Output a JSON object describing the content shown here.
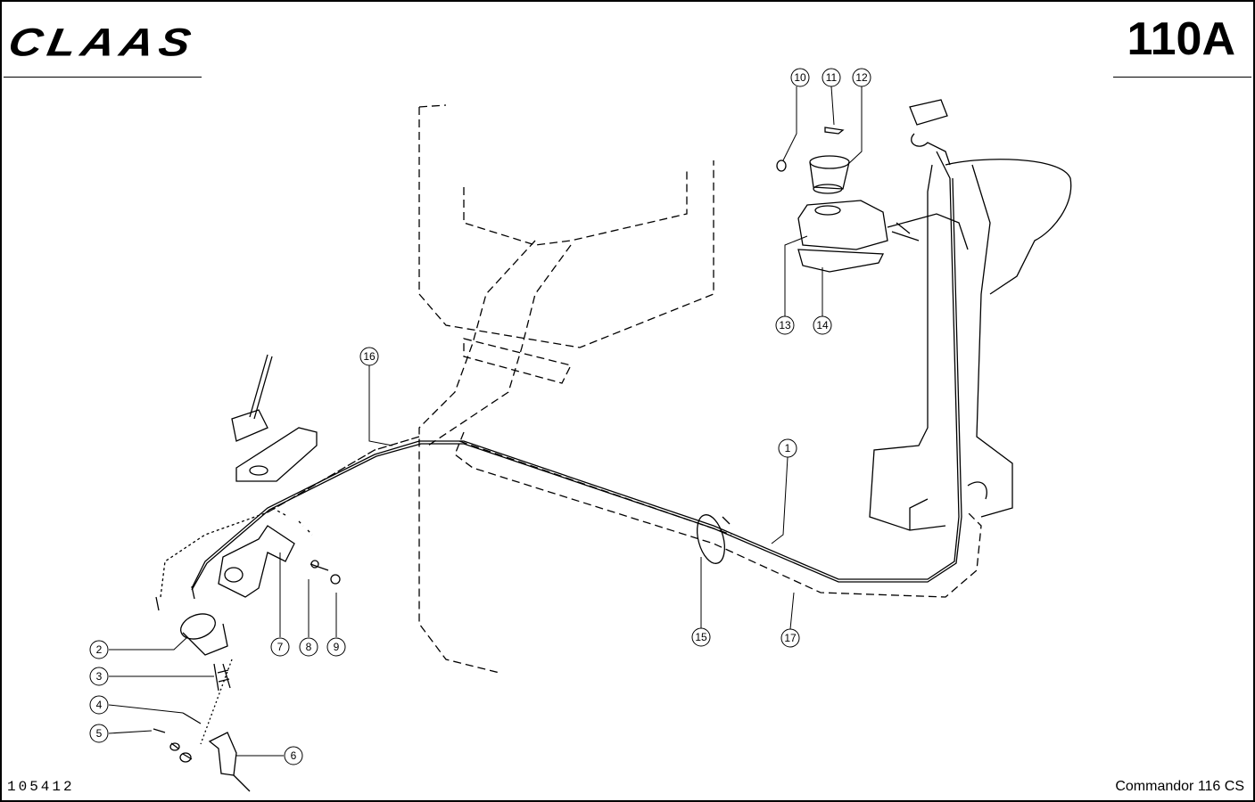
{
  "header": {
    "brand": "CLAAS",
    "sheet_number": "110A"
  },
  "footer": {
    "drawing_number": "105412",
    "model": "Commandor 116 CS"
  },
  "callouts": [
    "1",
    "2",
    "3",
    "4",
    "5",
    "6",
    "7",
    "8",
    "9",
    "10",
    "11",
    "12",
    "13",
    "14",
    "15",
    "16",
    "17"
  ]
}
